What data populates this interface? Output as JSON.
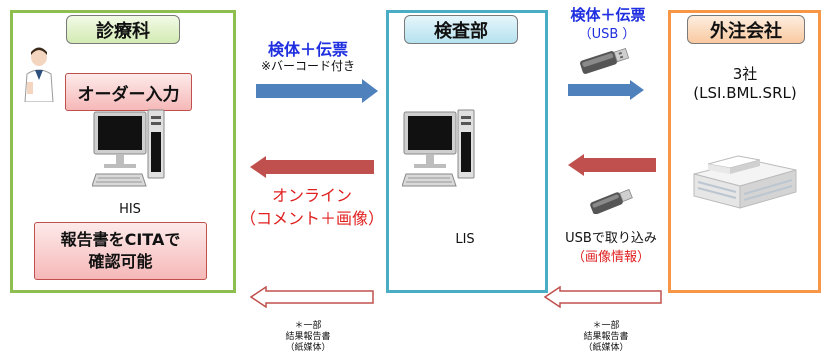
{
  "colors": {
    "clinic_border": "#8fbe50",
    "lab_border": "#4bacc6",
    "vendor_border": "#f79646",
    "blue_arrow": "#4f81bd",
    "red_arrow": "#c0504d",
    "blue_text": "#1f2fe0",
    "red_text": "#e02020"
  },
  "clinic": {
    "title": "診療科",
    "order_label": "オーダー入力",
    "system_label": "HIS",
    "report_line1": "報告書をCITAで",
    "report_line2": "確認可能"
  },
  "lab": {
    "title": "検査部",
    "system_label": "LIS"
  },
  "vendor": {
    "title": "外注会社",
    "count": "3社",
    "companies": "(LSI.BML.SRL)"
  },
  "flow_to_lab": {
    "label": "検体＋伝票",
    "note": "※バーコード付き"
  },
  "flow_to_clinic": {
    "line1": "オンライン",
    "line2": "（コメント＋画像）"
  },
  "flow_to_vendor": {
    "label": "検体＋伝票",
    "medium": "（USB ）"
  },
  "flow_from_vendor": {
    "label": "USBで取り込み",
    "note": "（画像情報）"
  },
  "paper_report": {
    "line1": "＊一部",
    "line2": "結果報告書",
    "line3": "（紙媒体）"
  },
  "icons": [
    "doctor-icon",
    "computer-icon",
    "usb-drive-icon",
    "building-icon"
  ]
}
